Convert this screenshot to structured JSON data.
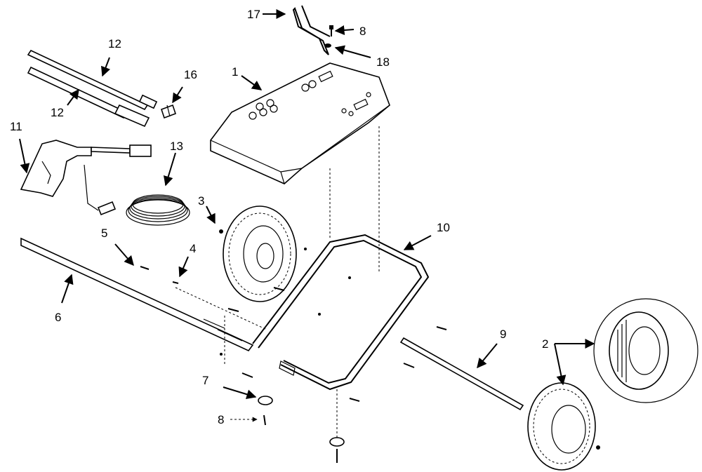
{
  "diagram": {
    "callouts": {
      "c1": "1",
      "c2": "2",
      "c3": "3",
      "c4": "4",
      "c5": "5",
      "c6": "6",
      "c7": "7",
      "c8a": "8",
      "c8b": "8",
      "c9": "9",
      "c10": "10",
      "c11": "11",
      "c12a": "12",
      "c12b": "12",
      "c13": "13",
      "c16": "16",
      "c17": "17",
      "c18": "18"
    }
  }
}
